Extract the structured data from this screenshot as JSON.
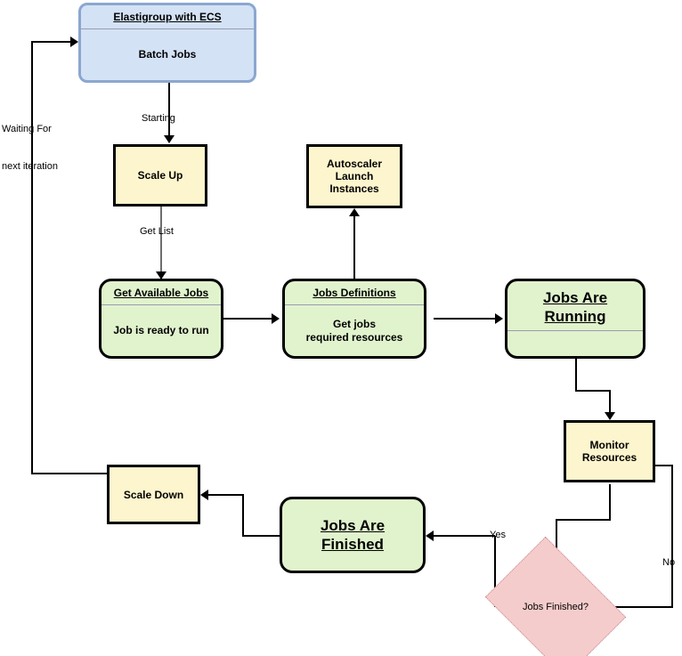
{
  "diagram": {
    "title": "Elastigroup with ECS batch jobs autoscaling flow",
    "colors": {
      "yellow_fill": "#fdf5cd",
      "green_fill": "#e1f3cd",
      "blue_fill": "#d4e2f5",
      "blue_border": "#8ba7cf",
      "pink_fill": "#f5cccc",
      "pink_border": "#c98b8b",
      "stroke": "#000000",
      "divider": "#9b9bb0"
    },
    "nodes": {
      "elastigroup": {
        "title": "Elastigroup with ECS",
        "body": "Batch Jobs"
      },
      "scale_up": {
        "label": "Scale Up"
      },
      "autoscaler": {
        "line1": "Autoscaler",
        "line2": "Launch",
        "line3": "Instances"
      },
      "get_available_jobs": {
        "title": "Get Available Jobs",
        "body": "Job is ready to run"
      },
      "jobs_definitions": {
        "title": "Jobs Definitions",
        "body_line1": "Get jobs",
        "body_line2": "required resources"
      },
      "jobs_are_running": {
        "title_line1": "Jobs Are",
        "title_line2": "Running"
      },
      "monitor_resources": {
        "line1": "Monitor",
        "line2": "Resources"
      },
      "jobs_finished_decision": {
        "label": "Jobs Finished?"
      },
      "jobs_are_finished": {
        "title_line1": "Jobs Are ",
        "title_line2": "Finished"
      },
      "scale_down": {
        "label": "Scale Down"
      }
    },
    "edge_labels": {
      "starting": "Starting",
      "get_list": "Get List",
      "yes": "Yes",
      "no": "No",
      "waiting_line1": "Waiting For",
      "waiting_line2": "next iteration"
    }
  }
}
